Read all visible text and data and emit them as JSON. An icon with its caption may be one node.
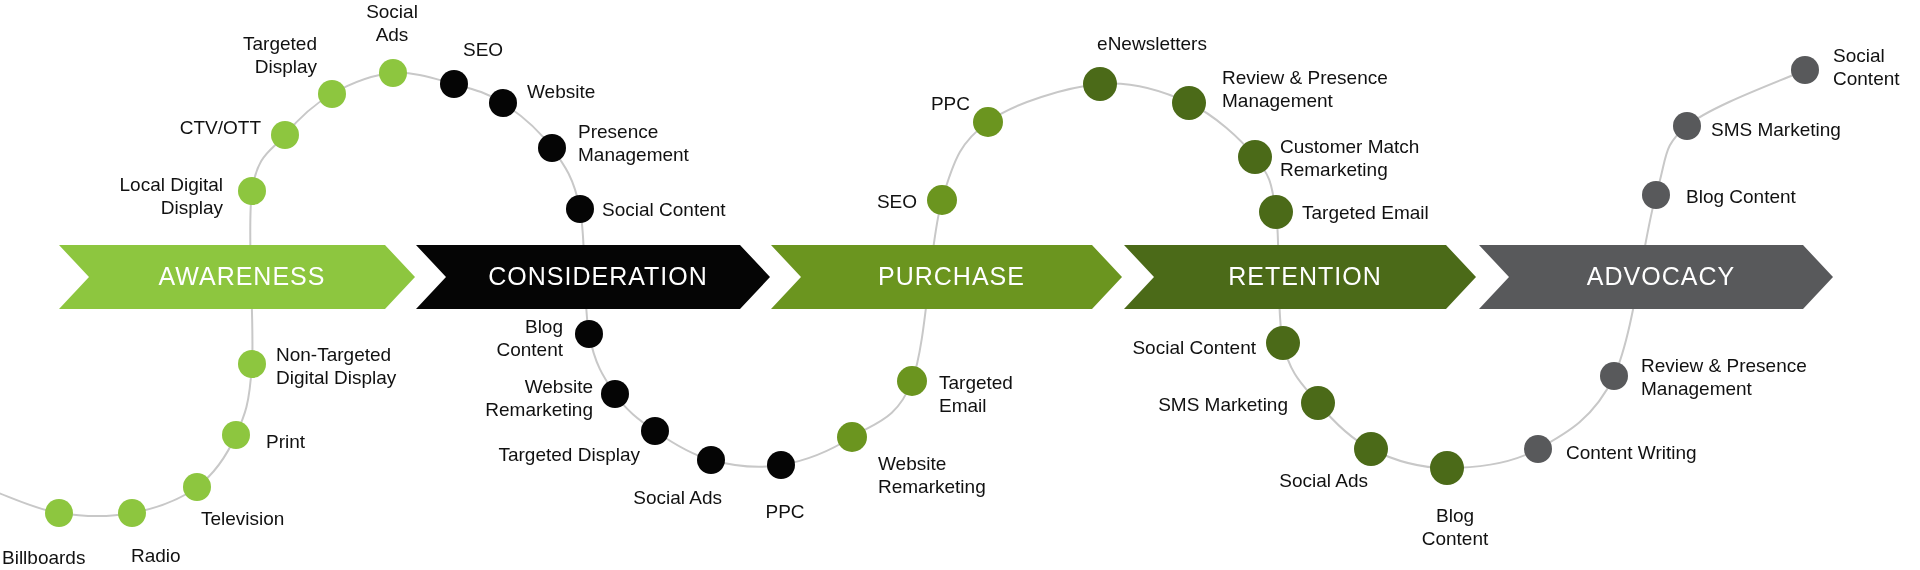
{
  "diagram": {
    "nodes": [
      {
        "text": [
          "AWARENESS"
        ]
      },
      {
        "text": [
          "CONSIDERATION"
        ]
      },
      {
        "text": [
          "PURCHASE"
        ]
      },
      {
        "text": [
          "RETENTION"
        ]
      },
      {
        "text": [
          "ADVOCACY"
        ]
      },
      {
        "text": [],
        "shape": "circle",
        "beside": [
          "Billboards"
        ]
      },
      {
        "text": [],
        "shape": "circle",
        "beside": [
          "Radio"
        ]
      },
      {
        "text": [],
        "shape": "circle",
        "beside": [
          "Television"
        ]
      },
      {
        "text": [],
        "shape": "circle",
        "beside": [
          "Print"
        ]
      },
      {
        "text": [],
        "shape": "circle",
        "beside": [
          "Non-Targeted Digital Display"
        ]
      },
      {
        "text": [],
        "shape": "circle",
        "beside": [
          "Local Digital Display"
        ]
      },
      {
        "text": [],
        "shape": "circle",
        "beside": [
          "CTV/OTT"
        ]
      },
      {
        "text": [],
        "shape": "circle",
        "beside": [
          "Targeted Display"
        ]
      },
      {
        "text": [],
        "shape": "circle",
        "beside": [
          "Social Ads"
        ]
      },
      {
        "text": [],
        "shape": "circle",
        "beside": [
          "SEO"
        ]
      },
      {
        "text": [],
        "shape": "circle",
        "beside": [
          "Website"
        ]
      },
      {
        "text": [],
        "shape": "circle",
        "beside": [
          "Presence Management"
        ]
      },
      {
        "text": [],
        "shape": "circle",
        "beside": [
          "Social Content"
        ]
      },
      {
        "text": [],
        "shape": "circle",
        "beside": [
          "Blog Content"
        ]
      },
      {
        "text": [],
        "shape": "circle",
        "beside": [
          "Website Remarketing"
        ]
      },
      {
        "text": [],
        "shape": "circle",
        "beside": [
          "Targeted Display"
        ]
      },
      {
        "text": [],
        "shape": "circle",
        "beside": [
          "Social Ads"
        ]
      },
      {
        "text": [],
        "shape": "circle",
        "beside": [
          "PPC"
        ]
      },
      {
        "text": [],
        "shape": "circle",
        "beside": [
          "Website Remarketing"
        ]
      },
      {
        "text": [],
        "shape": "circle",
        "beside": [
          "Targeted Email"
        ]
      },
      {
        "text": [],
        "shape": "circle",
        "beside": [
          "SEO"
        ]
      },
      {
        "text": [],
        "shape": "circle",
        "beside": [
          "PPC"
        ]
      },
      {
        "text": [],
        "shape": "circle",
        "beside": [
          "eNewsletters"
        ]
      },
      {
        "text": [],
        "shape": "circle",
        "beside": [
          "Review & Presence Management"
        ]
      },
      {
        "text": [],
        "shape": "circle",
        "beside": [
          "Customer Match Remarketing"
        ]
      },
      {
        "text": [],
        "shape": "circle",
        "beside": [
          "Targeted Email"
        ]
      },
      {
        "text": [],
        "shape": "circle",
        "beside": [
          "Social Content"
        ]
      },
      {
        "text": [],
        "shape": "circle",
        "beside": [
          "SMS Marketing"
        ]
      },
      {
        "text": [],
        "shape": "circle",
        "beside": [
          "Social Ads"
        ]
      },
      {
        "text": [],
        "shape": "circle",
        "beside": [
          "Blog Content"
        ]
      },
      {
        "text": [],
        "shape": "circle",
        "beside": [
          "Content Writing"
        ]
      },
      {
        "text": [],
        "shape": "circle",
        "beside": [
          "Review & Presence Management"
        ]
      },
      {
        "text": [],
        "shape": "circle",
        "beside": [
          "Blog Content"
        ]
      },
      {
        "text": [],
        "shape": "circle",
        "beside": [
          "SMS Marketing"
        ]
      },
      {
        "text": [],
        "shape": "circle",
        "beside": [
          "Social Content"
        ]
      }
    ]
  }
}
